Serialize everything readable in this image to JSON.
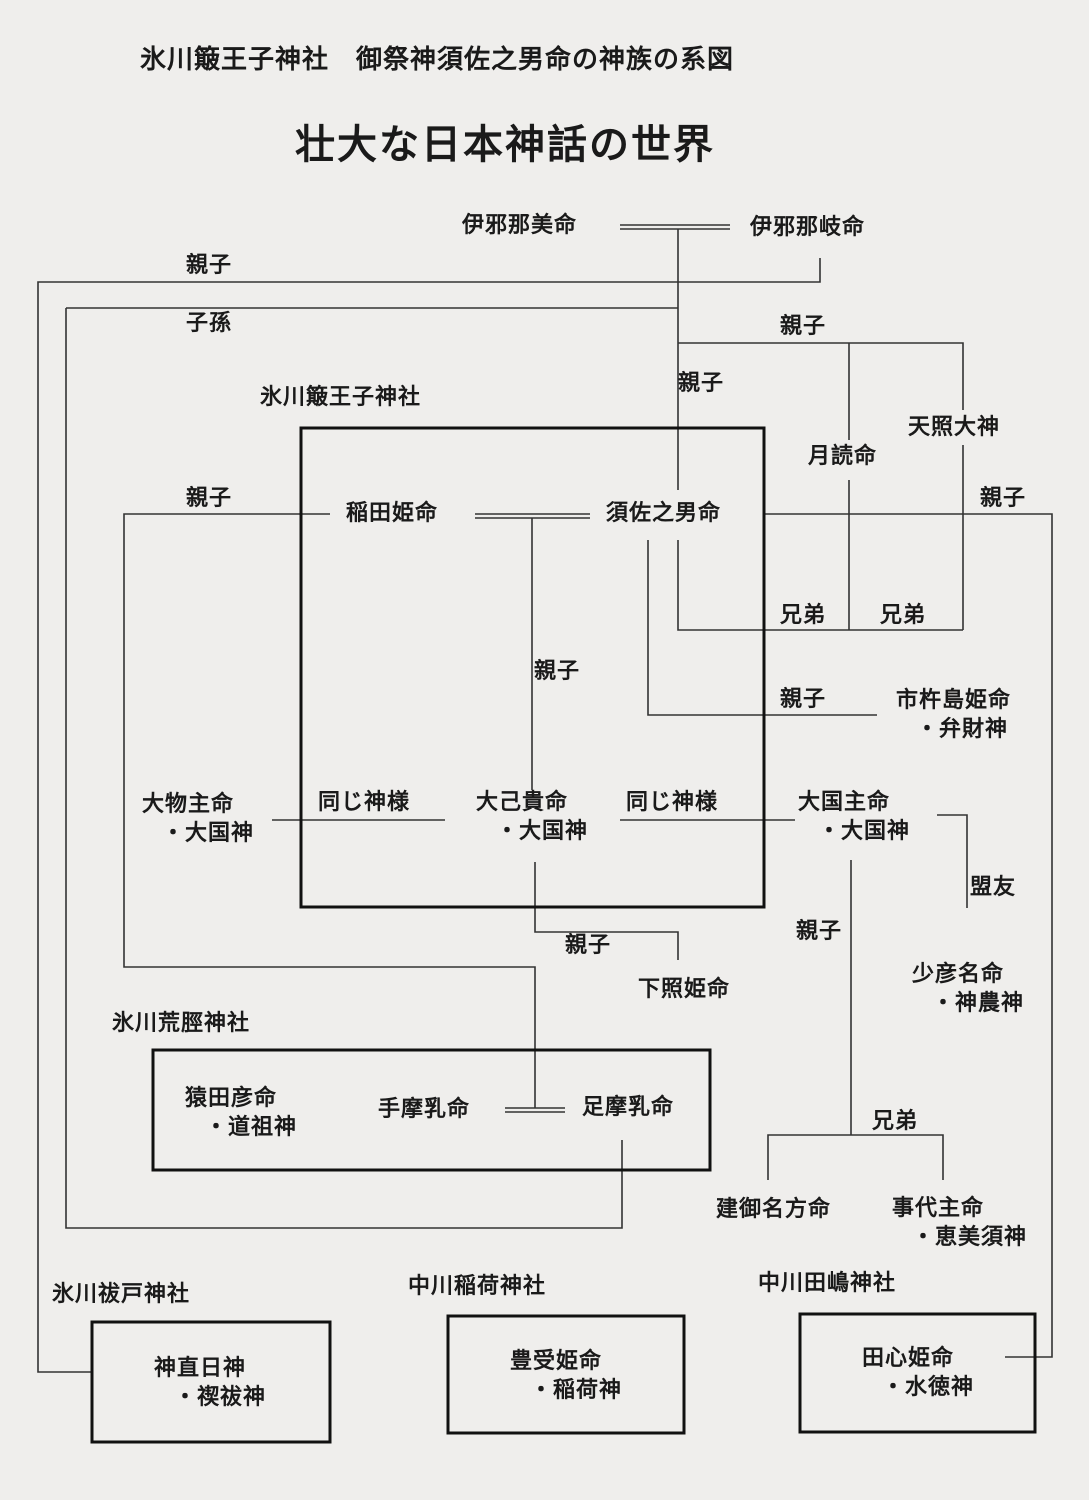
{
  "header": {
    "subtitle": "氷川簸王子神社　御祭神須佐之男命の神族の系図",
    "title": "壮大な日本神話の世界"
  },
  "shrines": {
    "hikawa_hiouji": "氷川簸王子神社",
    "hikawa_arahabaki": "氷川荒脛神社",
    "hikawa_haraedo": "氷川祓戸神社",
    "nakagawa_inari": "中川稲荷神社",
    "nakagawa_tajima": "中川田嶋神社"
  },
  "deities": {
    "izanami": "伊邪那美命",
    "izanagi": "伊邪那岐命",
    "amaterasu": "天照大神",
    "tsukuyomi": "月読命",
    "inadahime": "稲田姫命",
    "susanoo": "須佐之男命",
    "ichikishima": [
      "市杵島姫命",
      "・弁財神"
    ],
    "omononushi": [
      "大物主命",
      "・大国神"
    ],
    "onamuchi": [
      "大己貴命",
      "・大国神"
    ],
    "okuninushi": [
      "大国主命",
      "・大国神"
    ],
    "shitateruhime": "下照姫命",
    "sukunahikona": [
      "少彦名命",
      "・神農神"
    ],
    "sarutahiko": [
      "猿田彦命",
      "・道祖神"
    ],
    "tenazuchi": "手摩乳命",
    "ashinazuchi": "足摩乳命",
    "takeminakata": "建御名方命",
    "kotoshironushi": [
      "事代主命",
      "・恵美須神"
    ],
    "naobi": [
      "神直日神",
      "・禊祓神"
    ],
    "toyoukehime": [
      "豊受姫命",
      "・稲荷神"
    ],
    "tagorihime": [
      "田心姫命",
      "・水徳神"
    ]
  },
  "relations": {
    "parent_child": "親子",
    "descendants": "子孫",
    "siblings": "兄弟",
    "same_deity": "同じ神様",
    "ally": "盟友"
  }
}
